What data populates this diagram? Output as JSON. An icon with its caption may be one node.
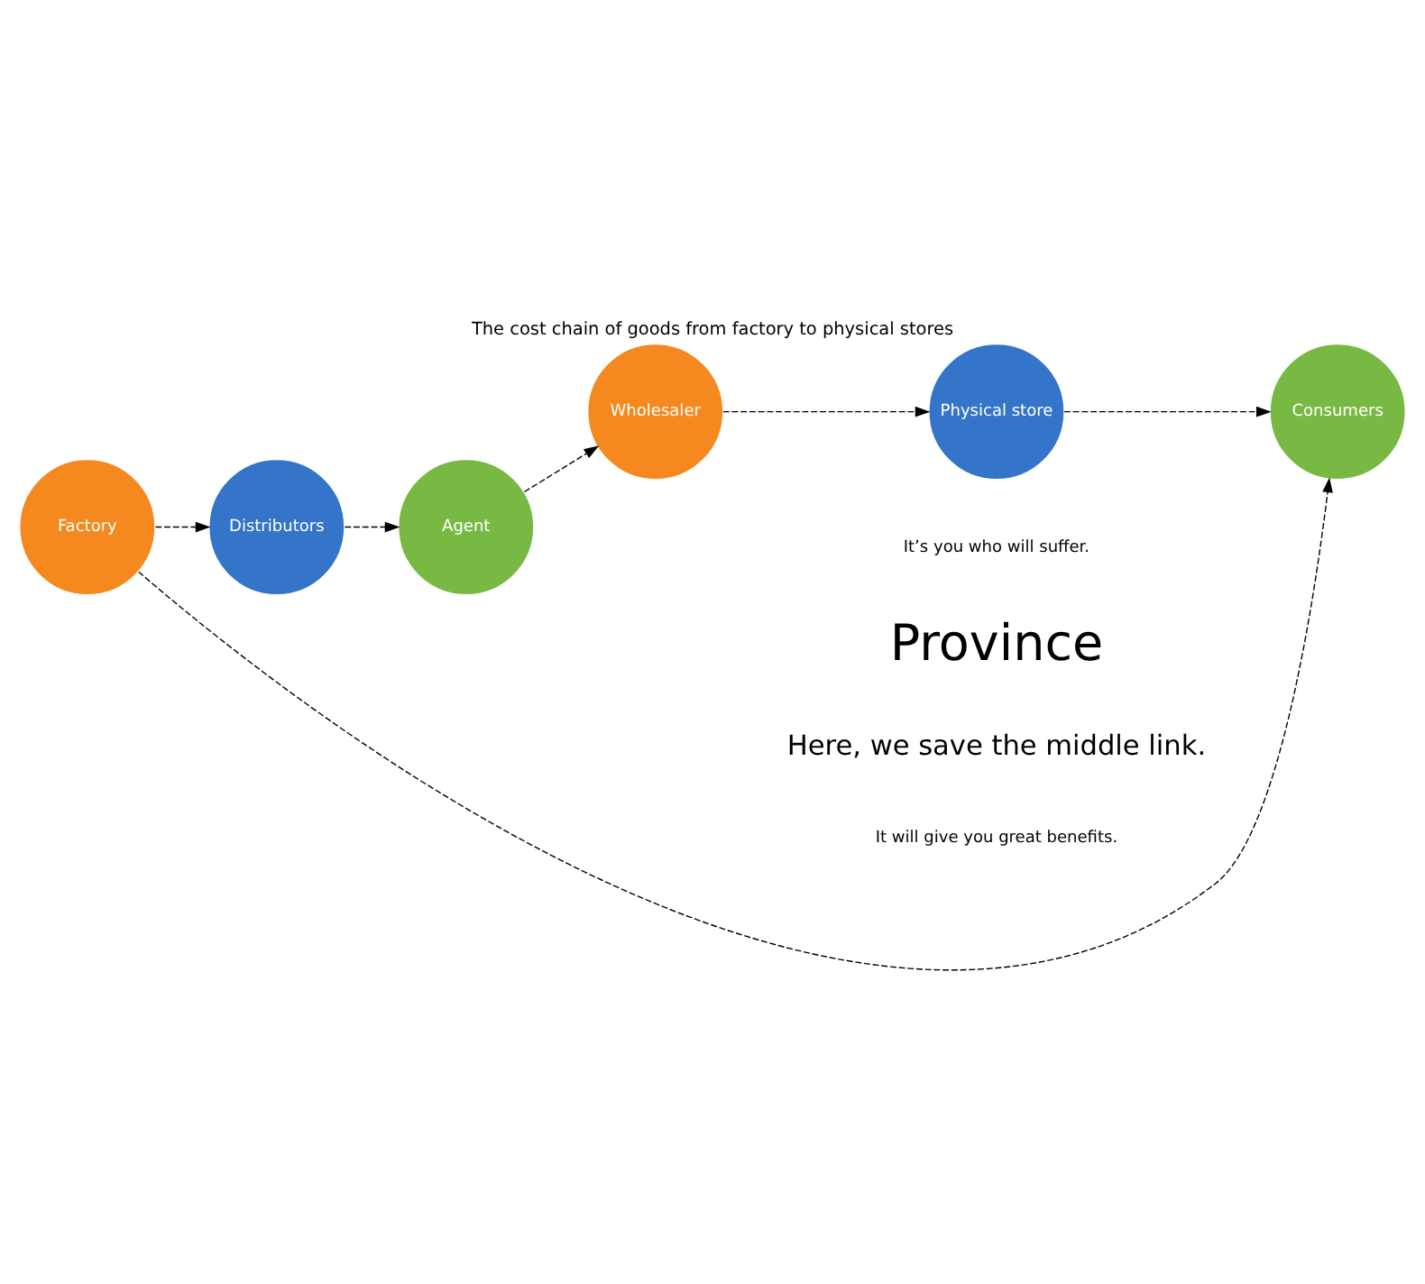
{
  "diagram": {
    "title": "The cost chain of goods from factory to physical stores",
    "nodes": [
      {
        "text": [
          "Factory"
        ]
      },
      {
        "text": [
          "Distributors"
        ]
      },
      {
        "text": [
          "Agent"
        ]
      },
      {
        "text": [
          "Wholesaler"
        ]
      },
      {
        "text": [
          "Physical store"
        ]
      },
      {
        "text": [
          "Consumers"
        ]
      }
    ],
    "edges": [
      {
        "from": 0,
        "to": 1,
        "arrow": "to",
        "style": "dashed"
      },
      {
        "from": 1,
        "to": 2,
        "arrow": "to",
        "style": "dashed"
      },
      {
        "from": 2,
        "to": 3,
        "arrow": "to",
        "style": "dashed"
      },
      {
        "from": 3,
        "to": 4,
        "arrow": "to",
        "style": "dashed"
      },
      {
        "from": 4,
        "to": 5,
        "arrow": "to",
        "style": "dashed"
      },
      {
        "from": 0,
        "to": 5,
        "arrow": "to",
        "style": "dashed"
      }
    ],
    "labels": [
      "It’s you who will suffer.",
      "Province",
      "Here, we save the middle link.",
      "It will give you great benefits."
    ]
  }
}
